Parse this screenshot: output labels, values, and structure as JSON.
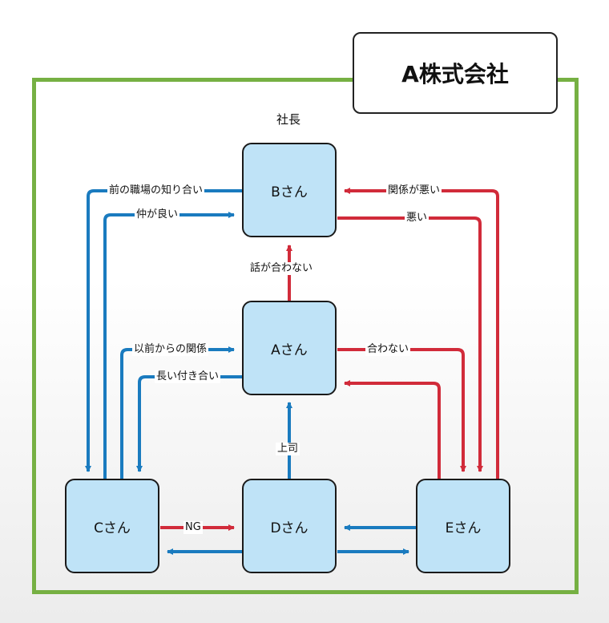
{
  "company": {
    "name": "A株式会社"
  },
  "roles": {
    "president": "社長"
  },
  "nodes": {
    "a": "Aさん",
    "b": "Bさん",
    "c": "Cさん",
    "d": "Dさん",
    "e": "Eさん"
  },
  "relations": {
    "c_to_b_former_workplace": "前の職場の知り合い",
    "c_to_b_good_terms": "仲が良い",
    "e_to_b_bad_relation": "関係が悪い",
    "b_to_e_bad": "悪い",
    "a_to_b_not_get_along": "話が合わない",
    "c_to_a_long_relation": "以前からの関係",
    "a_to_c_long_acquaintance": "長い付き合い",
    "a_to_e_not_match": "合わない",
    "d_to_a_boss": "上司",
    "c_to_d_ng": "NG"
  },
  "colors": {
    "positive": "#1a7bbf",
    "negative": "#d12b3a",
    "frame": "#76b043",
    "node_fill": "#bfe3f7"
  }
}
